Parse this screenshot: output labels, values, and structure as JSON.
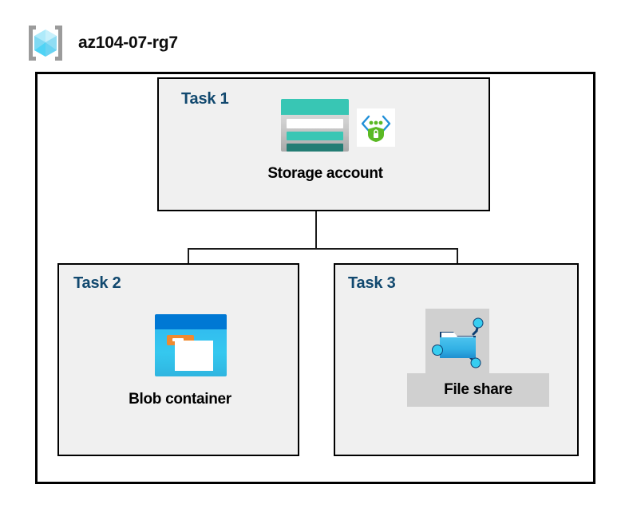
{
  "header": {
    "resource_group_icon": "resource-group-icon",
    "title": "az104-07-rg7"
  },
  "diagram": {
    "type": "architecture-hierarchy",
    "container_label": "az104-07-rg7",
    "tasks": [
      {
        "id": "task-1",
        "label": "Task 1",
        "node_label": "Storage account",
        "icons": [
          "storage-account-icon",
          "secure-endpoint-icon"
        ],
        "selected": false
      },
      {
        "id": "task-2",
        "label": "Task 2",
        "node_label": "Blob container",
        "icons": [
          "blob-container-icon"
        ],
        "selected": false
      },
      {
        "id": "task-3",
        "label": "Task 3",
        "node_label": "File share",
        "icons": [
          "file-share-icon"
        ],
        "selected": true
      }
    ],
    "connections": [
      {
        "from": "Storage account",
        "to": "Blob container"
      },
      {
        "from": "Storage account",
        "to": "File share"
      }
    ]
  },
  "colors": {
    "task_label": "#12496f",
    "node_label": "#000000",
    "box_fill": "#f0f0f0",
    "box_border": "#000000",
    "canvas": "#ffffff",
    "connector": "#1a1a1a",
    "selection_highlight": "#d0d0d0",
    "storage_teal": "#38c6b4",
    "storage_teal_dark": "#237d74",
    "blob_blue": "#0078d4",
    "blob_cyan": "#35c8ef",
    "blob_orange": "#ef8a30",
    "fileshare_blue": "#32b1e5",
    "fileshare_node": "#37cdf0",
    "secure_green": "#5ab924",
    "secure_blue": "#1f8fd8",
    "cube_cyan": "#4fd3f5",
    "cube_light": "#aeeafa",
    "bracket_gray": "#9b9b9b"
  }
}
